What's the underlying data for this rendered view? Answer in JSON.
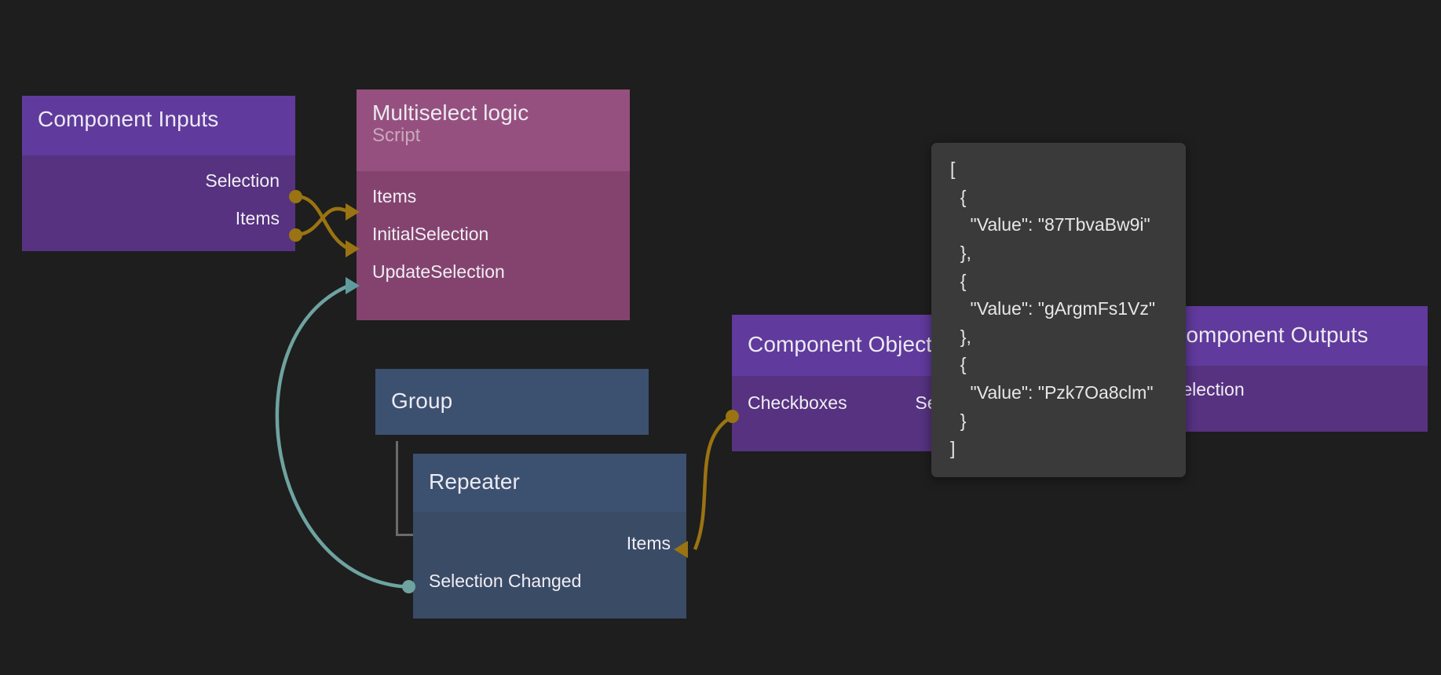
{
  "canvas": {
    "background": "#1e1e1e",
    "wire_color_data": "#9a7312",
    "wire_color_event": "#6ea3a0",
    "node_color_purple_header": "#603a9c",
    "node_color_purple_body": "#563280",
    "node_color_pink_header": "#96507f",
    "node_color_pink_body": "#84436f",
    "node_color_blue_header": "#3c5070",
    "node_color_blue_body": "#3a4b66",
    "tooltip_background": "#3a3a3a"
  },
  "nodes": {
    "component_inputs": {
      "title": "Component Inputs",
      "ports": [
        {
          "label": "Selection",
          "dir": "out"
        },
        {
          "label": "Items",
          "dir": "out"
        }
      ]
    },
    "multiselect_logic": {
      "title": "Multiselect logic",
      "subtitle": "Script",
      "ports": [
        {
          "label": "Items",
          "dir": "in"
        },
        {
          "label": "InitialSelection",
          "dir": "in"
        },
        {
          "label": "UpdateSelection",
          "dir": "in"
        }
      ]
    },
    "group": {
      "title": "Group"
    },
    "repeater": {
      "title": "Repeater",
      "ports": [
        {
          "label": "Items",
          "dir": "in"
        },
        {
          "label": "Selection Changed",
          "dir": "out"
        }
      ]
    },
    "component_object": {
      "title": "Component Object",
      "ports": [
        {
          "label": "Checkboxes",
          "dir": "in"
        },
        {
          "label": "Selection",
          "dir": "out"
        }
      ]
    },
    "component_outputs": {
      "title": "Component Outputs",
      "ports": [
        {
          "label": "Selection",
          "dir": "in"
        }
      ]
    }
  },
  "tooltip": {
    "text": "[\n  {\n    \"Value\": \"87TbvaBw9i\"\n  },\n  {\n    \"Value\": \"gArgmFs1Vz\"\n  },\n  {\n    \"Value\": \"Pzk7Oa8clm\"\n  }\n]",
    "values": [
      "87TbvaBw9i",
      "gArgmFs1Vz",
      "Pzk7Oa8clm"
    ],
    "key": "Value"
  }
}
